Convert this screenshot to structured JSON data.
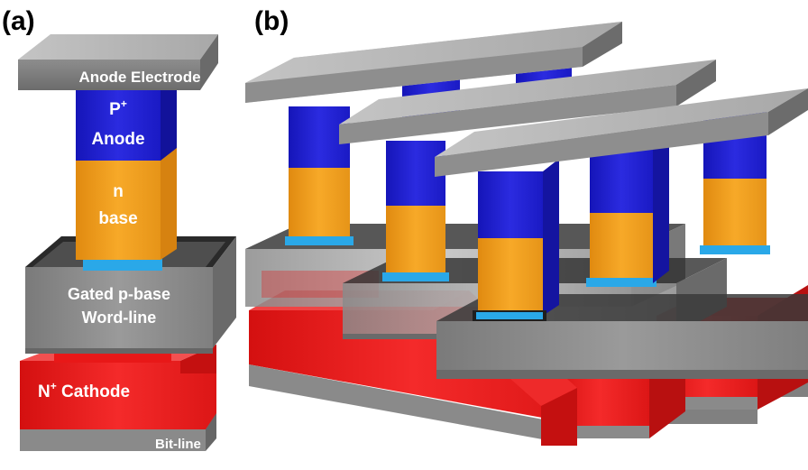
{
  "panels": {
    "a": "(a)",
    "b": "(b)"
  },
  "labels": {
    "anode_electrode": "Anode Electrode",
    "p_anode_main": "P",
    "p_anode_sup": "+",
    "p_anode_line2": "Anode",
    "n_base_line1": "n",
    "n_base_line2": "base",
    "gate_line1": "Gated p-base",
    "gate_line2": "Word-line",
    "cathode_main": "N",
    "cathode_sup": "+",
    "cathode_rest": " Cathode",
    "bitline": "Bit-line"
  },
  "colors": {
    "electrode": "#9a9a9a",
    "p_anode": "#1f1fd0",
    "n_base": "#f0a020",
    "gate": "#8e8e8e",
    "cathode": "#ee1c1c",
    "bitline": "#8a8a8a",
    "junction": "#2aa8e8"
  }
}
